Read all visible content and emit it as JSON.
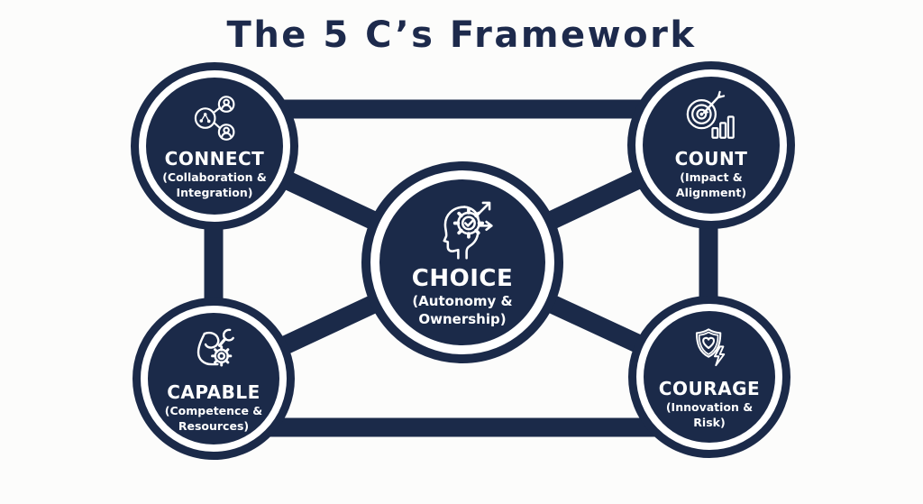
{
  "title": "The 5 C’s Framework",
  "colors": {
    "navy": "#1b2a49",
    "background": "#fcfcfb",
    "text_on_navy": "#ffffff",
    "title_text": "#1d2a4c"
  },
  "nodes": [
    {
      "id": "connect",
      "title": "CONNECT",
      "subtitle": "(Collaboration &\nIntegration)",
      "icon": "network-people-icon"
    },
    {
      "id": "count",
      "title": "COUNT",
      "subtitle": "(Impact &\nAlignment)",
      "icon": "target-arrow-bars-icon"
    },
    {
      "id": "choice",
      "title": "CHOICE",
      "subtitle": "(Autonomy &\nOwnership)",
      "icon": "head-gear-arrows-icon"
    },
    {
      "id": "capable",
      "title": "CAPABLE",
      "subtitle": "(Competence &\nResources)",
      "icon": "bicep-wrench-gear-icon"
    },
    {
      "id": "courage",
      "title": "COURAGE",
      "subtitle": "(Innovation &\nRisk)",
      "icon": "shield-heart-bolt-icon"
    }
  ],
  "connections": [
    {
      "from": "connect",
      "to": "count"
    },
    {
      "from": "capable",
      "to": "courage"
    },
    {
      "from": "connect",
      "to": "capable"
    },
    {
      "from": "count",
      "to": "courage"
    },
    {
      "from": "connect",
      "to": "choice"
    },
    {
      "from": "count",
      "to": "choice"
    },
    {
      "from": "capable",
      "to": "choice"
    },
    {
      "from": "courage",
      "to": "choice"
    }
  ]
}
